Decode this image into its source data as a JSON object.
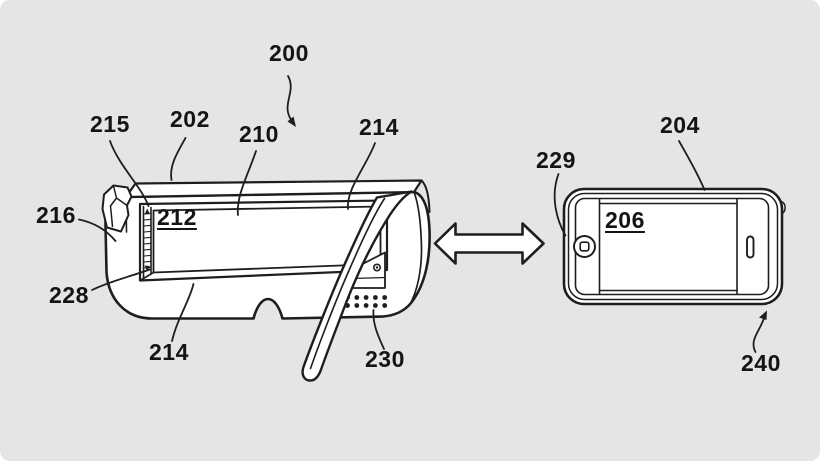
{
  "figure": {
    "background_color": "#e5e5e5",
    "ink_color": "#1e1e1e"
  },
  "labels": {
    "ref_200": "200",
    "ref_202": "202",
    "ref_204": "204",
    "ref_206": "206",
    "ref_210": "210",
    "ref_212": "212",
    "ref_214_top": "214",
    "ref_214_bottom": "214",
    "ref_215": "215",
    "ref_216": "216",
    "ref_228": "228",
    "ref_229": "229",
    "ref_230": "230",
    "ref_240": "240"
  }
}
